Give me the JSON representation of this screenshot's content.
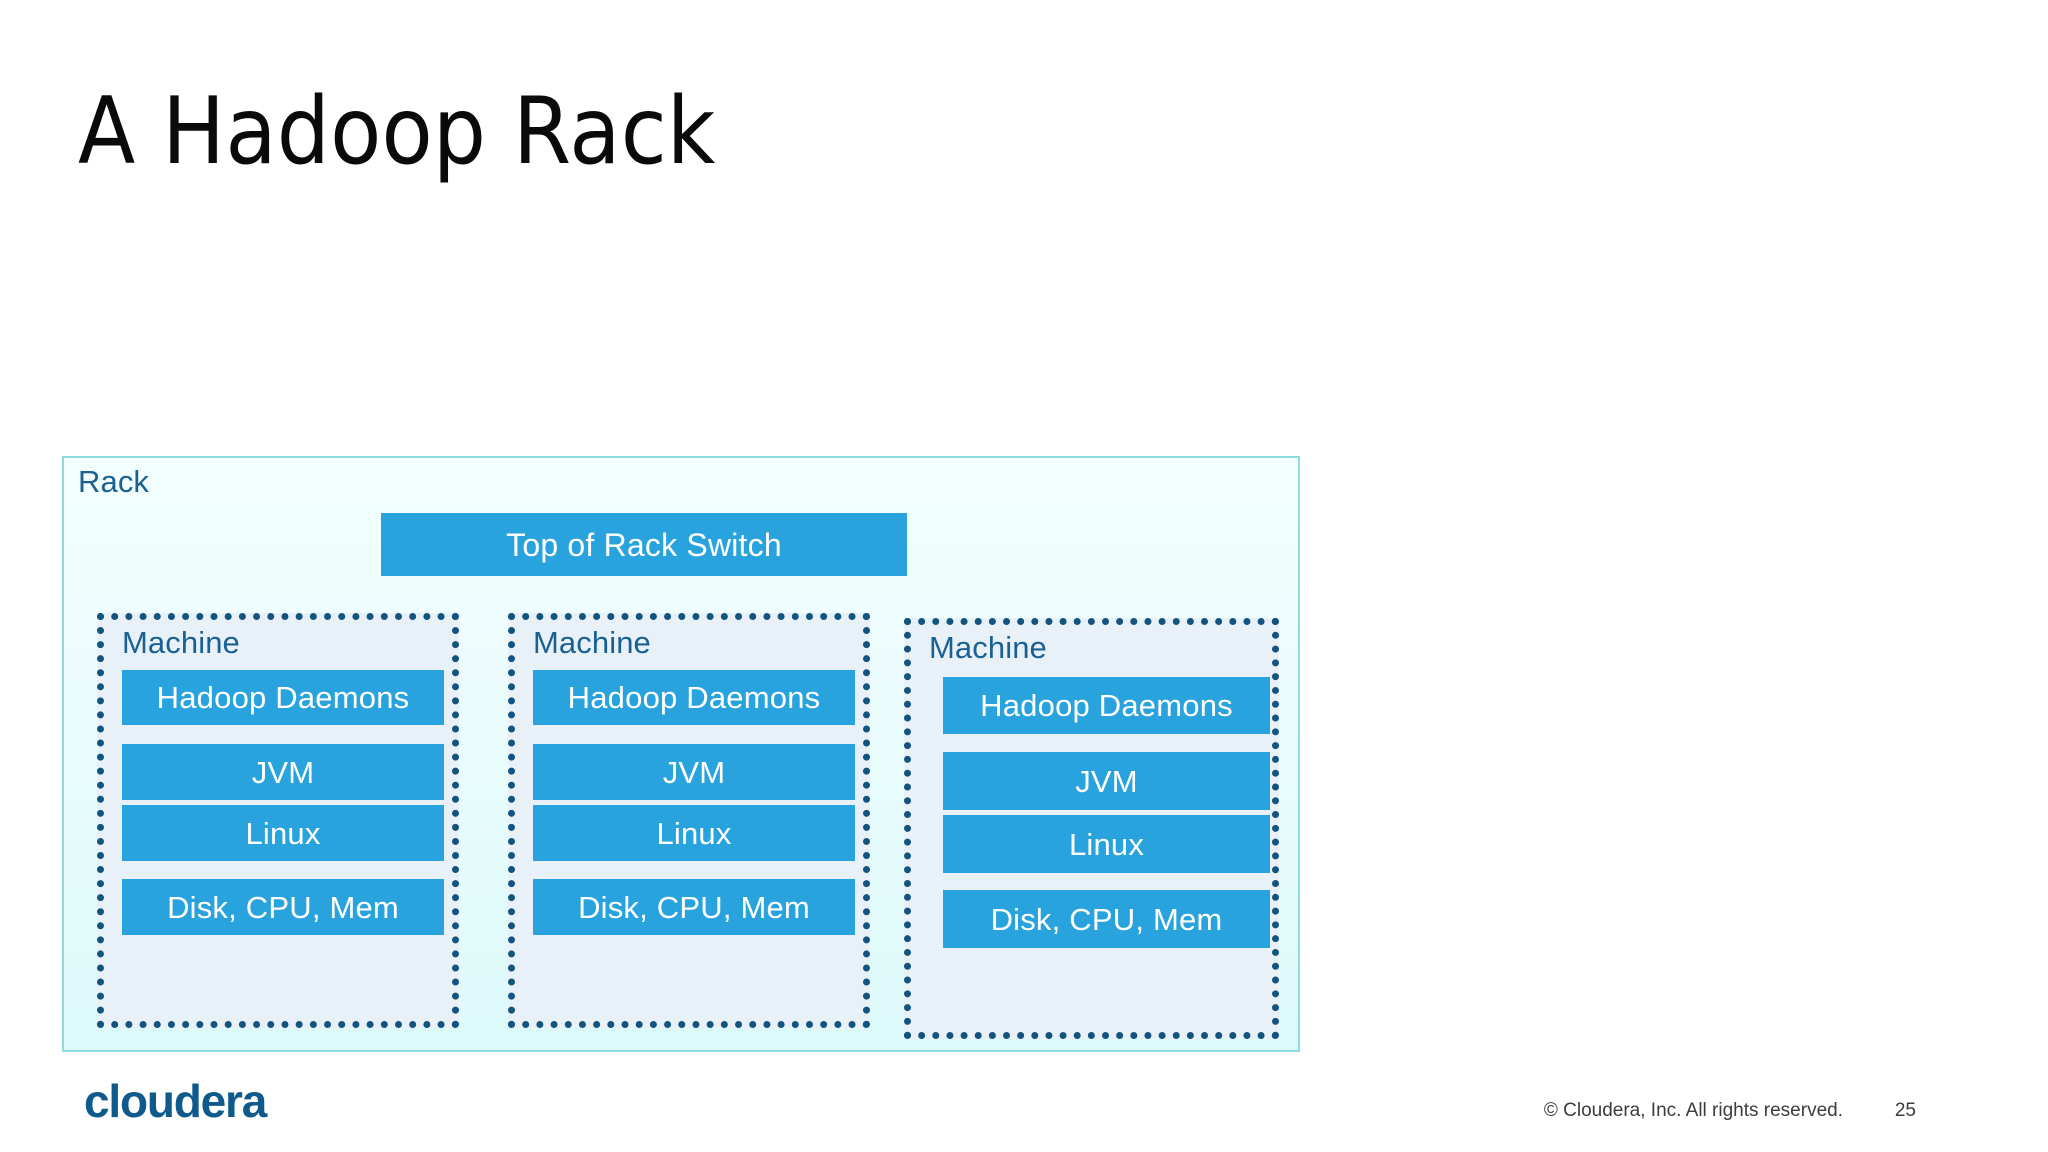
{
  "slide": {
    "title": "A Hadoop Rack",
    "background_color": "#FFFFFF",
    "title_color": "#0A0A0A"
  },
  "diagram": {
    "rack": {
      "label": "Rack",
      "label_color": "#1A6193",
      "border_color": "#8EDCDC",
      "fill_top_color": "#F3FEFE",
      "fill_bottom_color": "#DCFAFA"
    },
    "switch": {
      "label": "Top of Rack Switch",
      "fill_color": "#29A3DE",
      "text_color": "#FFFFFF"
    },
    "machine_label": "Machine",
    "machine_fill_color": "#E9F1F8",
    "machine_border_color": "#13537F",
    "component_fill_color": "#29A3DE",
    "component_text_color": "#FFFFFF",
    "machines": [
      {
        "label": "Machine",
        "components": [
          "Hadoop Daemons",
          "JVM",
          "Linux",
          "Disk, CPU, Mem"
        ]
      },
      {
        "label": "Machine",
        "components": [
          "Hadoop Daemons",
          "JVM",
          "Linux",
          "Disk, CPU, Mem"
        ]
      },
      {
        "label": "Machine",
        "components": [
          "Hadoop Daemons",
          "JVM",
          "Linux",
          "Disk, CPU, Mem"
        ]
      }
    ]
  },
  "footer": {
    "logo_text": "cloudera",
    "logo_color": "#0F5A8C",
    "copyright": "© Cloudera, Inc. All rights reserved.",
    "page_number": "25"
  }
}
